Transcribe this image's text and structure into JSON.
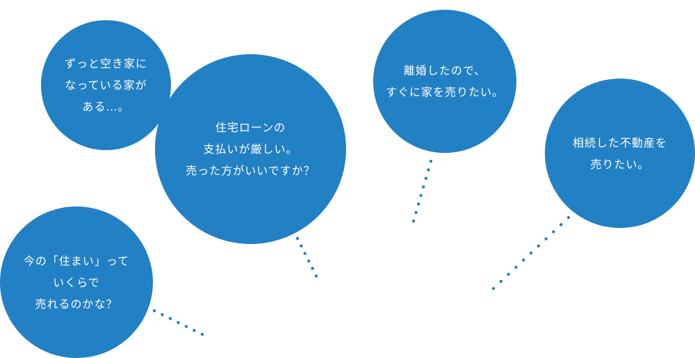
{
  "color": "#2280c5",
  "bubbles": [
    {
      "lines": [
        "ずっと空き家に",
        "なっている家が",
        "ある…。"
      ]
    },
    {
      "lines": [
        "住宅ローンの",
        "支払いが厳しい。",
        "売った方がいいですか？"
      ]
    },
    {
      "lines": [
        "離婚したので、",
        "すぐに家を売りたい。"
      ]
    },
    {
      "lines": [
        "相続した不動産を",
        "売りたい。"
      ]
    },
    {
      "lines": [
        "今の「住まい」って",
        "いくらで",
        "売れるのかな？"
      ]
    }
  ]
}
